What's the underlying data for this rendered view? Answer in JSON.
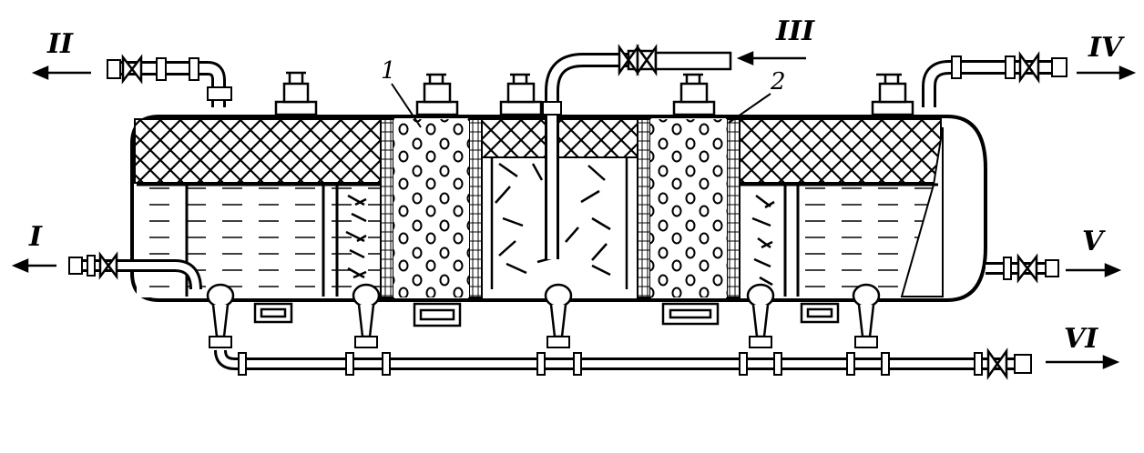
{
  "diagram": {
    "stream_labels": {
      "I": "I",
      "II": "II",
      "III": "III",
      "IV": "IV",
      "V": "V",
      "VI": "VI"
    },
    "callouts": {
      "one": "1",
      "two": "2"
    }
  }
}
